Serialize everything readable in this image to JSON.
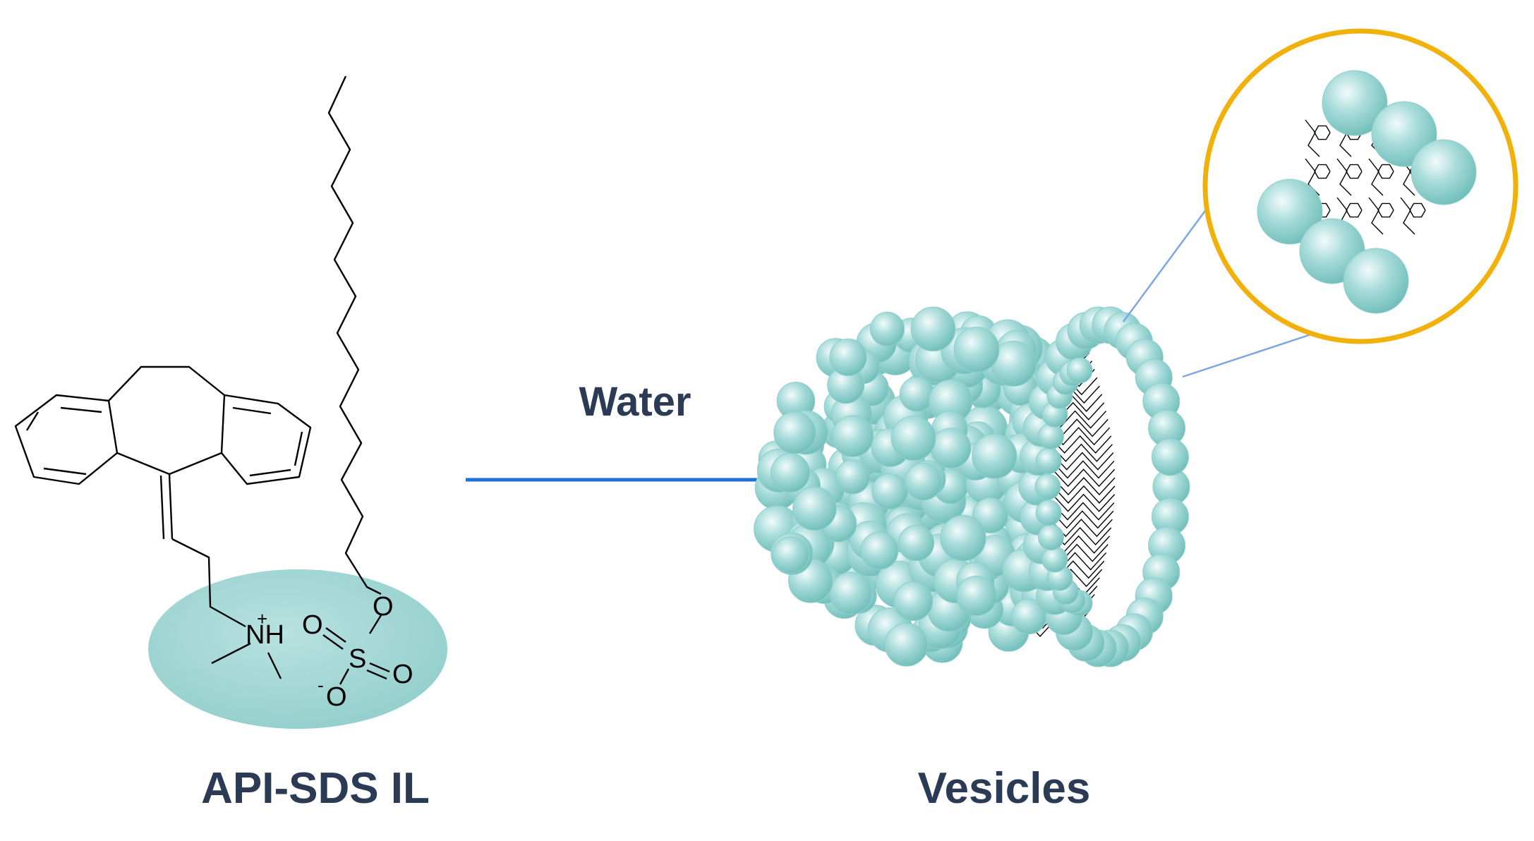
{
  "labels": {
    "reactant": "API-SDS IL",
    "condition": "Water",
    "product": "Vesicles"
  },
  "atoms": {
    "ammonium": "NH",
    "charge_plus": "+",
    "sulfur": "S",
    "oxygen": "O",
    "anion_oxygen": "O",
    "charge_minus": "-"
  },
  "colors": {
    "text": "#2b3a55",
    "arrow": "#1f6fd6",
    "headgroup": "#9fd3d1",
    "sphere_mid": "#a8dcda",
    "sphere_dark": "#6fbdb9",
    "zoom_ring": "#f2b10a",
    "zoom_lines": "#7aa6e8",
    "bonds": "#000000"
  },
  "icons": {
    "arrow": "right-arrow",
    "zoom": "magnifier-circle"
  }
}
